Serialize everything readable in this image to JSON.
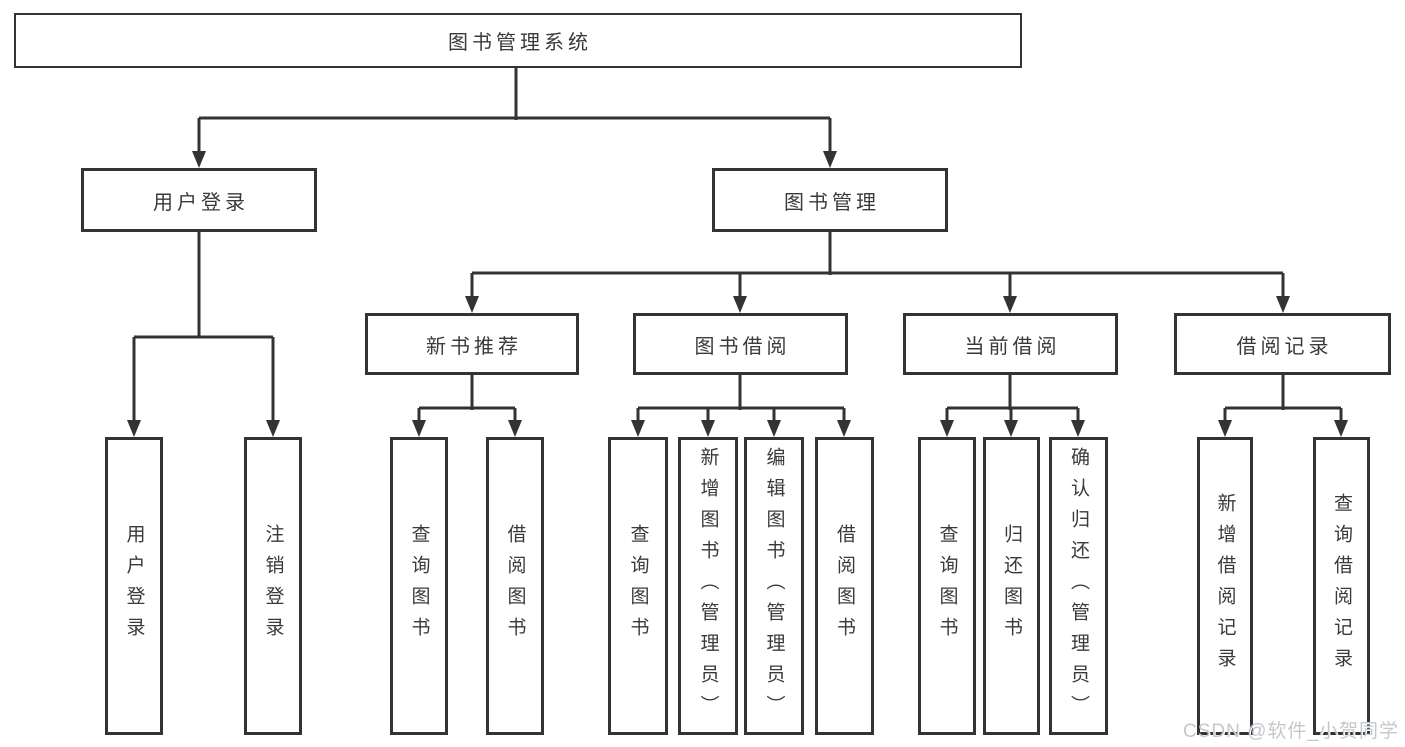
{
  "tree": {
    "root": "图书管理系统",
    "branches": [
      {
        "label": "用户登录",
        "children": [
          "用户登录",
          "注销登录"
        ]
      },
      {
        "label": "图书管理",
        "groups": [
          {
            "label": "新书推荐",
            "children": [
              "查询图书",
              "借阅图书"
            ]
          },
          {
            "label": "图书借阅",
            "children": [
              "查询图书",
              "新增图书（管理员）",
              "编辑图书（管理员）",
              "借阅图书"
            ]
          },
          {
            "label": "当前借阅",
            "children": [
              "查询图书",
              "归还图书",
              "确认归还（管理员）"
            ]
          },
          {
            "label": "借阅记录",
            "children": [
              "新增借阅记录",
              "查询借阅记录"
            ]
          }
        ]
      }
    ]
  },
  "watermark": "CSDN @软件_小贺同学",
  "colors": {
    "line": "#333333",
    "box_border": "#333333",
    "text": "#3a3a3a",
    "background": "#ffffff",
    "watermark_text": "#c4c7cc"
  }
}
